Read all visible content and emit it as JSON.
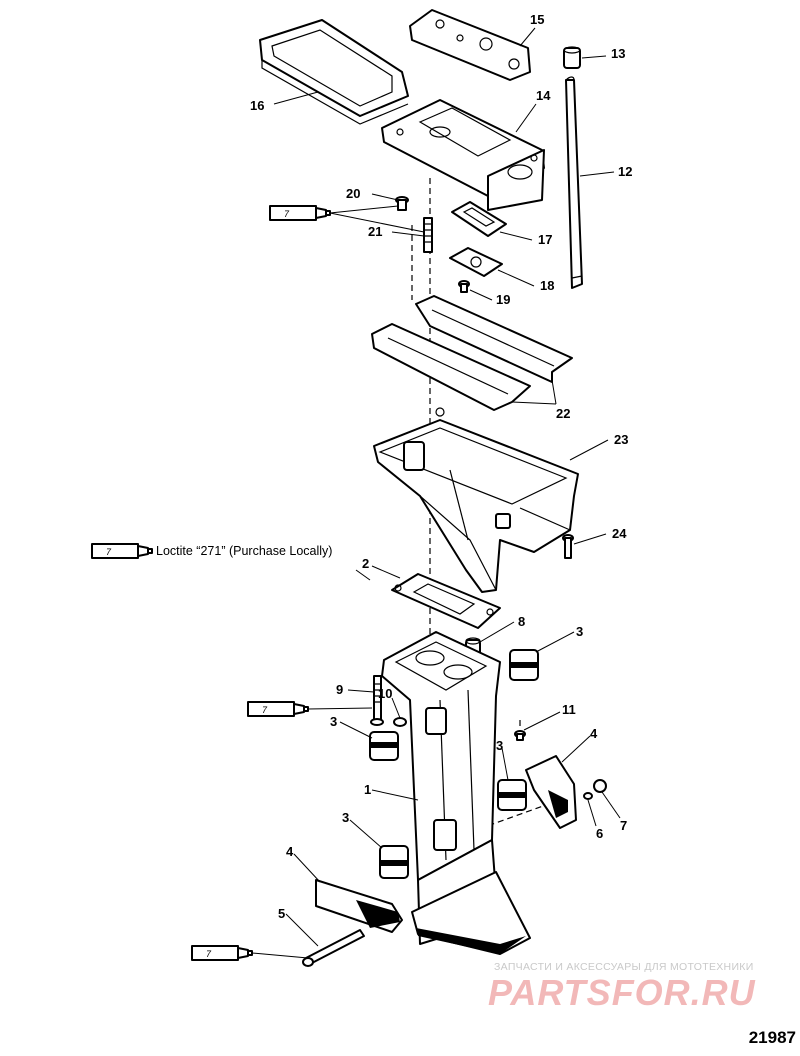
{
  "callouts": {
    "p1": "1",
    "p2": "2",
    "p3a": "3",
    "p3b": "3",
    "p3c": "3",
    "p3d": "3",
    "p4a": "4",
    "p4b": "4",
    "p5": "5",
    "p6": "6",
    "p7": "7",
    "p8": "8",
    "p9": "9",
    "p10": "10",
    "p11": "11",
    "p12": "12",
    "p13": "13",
    "p14": "14",
    "p15": "15",
    "p16": "16",
    "p17": "17",
    "p18": "18",
    "p19": "19",
    "p20": "20",
    "p21": "21",
    "p22": "22",
    "p23": "23",
    "p24": "24"
  },
  "sealant_tube_number": "7",
  "note": "Loctite “271” (Purchase Locally)",
  "watermark": {
    "tagline": "ЗАПЧАСТИ И АКСЕССУАРЫ ДЛЯ МОТОТЕХНИКИ",
    "logo": "PARTSFOR.RU"
  },
  "figure_id": "21987"
}
